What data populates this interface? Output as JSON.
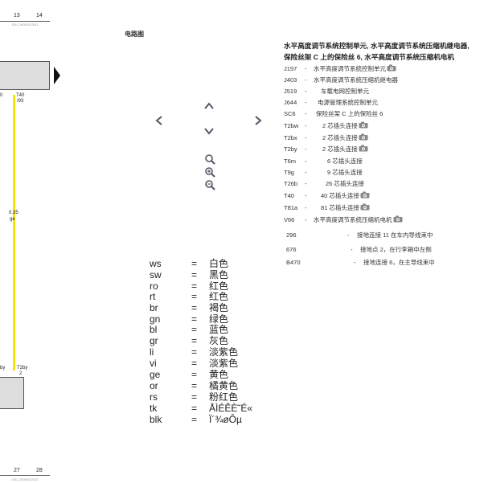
{
  "diagram": {
    "top_numbers": [
      "13",
      "14"
    ],
    "bottom_numbers": [
      "27",
      "28"
    ],
    "top_ref": "1911-26062023111",
    "bottom_ref": "1911-26062023111",
    "top_pin_left": "0",
    "top_pin_label": "T40",
    "top_pin_number": "/93",
    "wire_size": "0.35",
    "wire_color": "ge",
    "bottom_pin_left": "by",
    "bottom_pin_label": "T2by",
    "bottom_pin_number": "2",
    "wire_hex": "#f0e800"
  },
  "section_label": "电路图",
  "nav": {
    "left_icon": "chevron-left-icon",
    "up_icon": "chevron-up-icon",
    "down_icon": "chevron-down-icon",
    "right_icon": "chevron-right-icon",
    "zoom_fit_icon": "magnifier-icon",
    "zoom_in_icon": "zoom-in-icon",
    "zoom_out_icon": "zoom-out-icon"
  },
  "color_legend": [
    {
      "code": "ws",
      "eq": "=",
      "name": "白色"
    },
    {
      "code": "sw",
      "eq": "=",
      "name": "黑色"
    },
    {
      "code": "ro",
      "eq": "=",
      "name": "红色"
    },
    {
      "code": "rt",
      "eq": "=",
      "name": "红色"
    },
    {
      "code": "br",
      "eq": "=",
      "name": "褐色"
    },
    {
      "code": "gn",
      "eq": "=",
      "name": "绿色"
    },
    {
      "code": "bl",
      "eq": "=",
      "name": "蓝色"
    },
    {
      "code": "gr",
      "eq": "=",
      "name": "灰色"
    },
    {
      "code": "li",
      "eq": "=",
      "name": "淡紫色"
    },
    {
      "code": "vi",
      "eq": "=",
      "name": "淡紫色"
    },
    {
      "code": "ge",
      "eq": "=",
      "name": "黄色"
    },
    {
      "code": "or",
      "eq": "=",
      "name": "橘黄色"
    },
    {
      "code": "rs",
      "eq": "=",
      "name": "粉红色"
    },
    {
      "code": "tk",
      "eq": "=",
      "name": "ÅÌÉÊÈ˜É«"
    },
    {
      "code": "blk",
      "eq": "=",
      "name": "Ï´¾øÔµ"
    }
  ],
  "components": {
    "title_line1": "水平高度调节系统控制单元, 水平高度调节系统压缩机继电器,",
    "title_line2": "保险丝架 C 上的保险丝 6, 水平高度调节系统压缩机电机",
    "items": [
      {
        "code": "J197",
        "dash": "-",
        "desc": "水平高度调节系统控制单元",
        "camera": true
      },
      {
        "code": "J403",
        "dash": "-",
        "desc": "水平高度调节系统压缩机继电器",
        "camera": false
      },
      {
        "code": "J519",
        "dash": "-",
        "desc": "车载电网控制单元",
        "camera": false
      },
      {
        "code": "J644",
        "dash": "-",
        "desc": "电源管理系统控制单元",
        "camera": false
      },
      {
        "code": "SC6",
        "dash": "-",
        "desc": "保险丝架 C 上的保险丝 6",
        "camera": false
      },
      {
        "code": "T2bw",
        "dash": "-",
        "desc": "2 芯插头连接",
        "camera": true
      },
      {
        "code": "T2bx",
        "dash": "-",
        "desc": "2 芯插头连接",
        "camera": true
      },
      {
        "code": "T2by",
        "dash": "-",
        "desc": "2 芯插头连接",
        "camera": true
      },
      {
        "code": "T6m",
        "dash": "-",
        "desc": "6 芯插头连接",
        "camera": false
      },
      {
        "code": "T9g",
        "dash": "-",
        "desc": "9 芯插头连接",
        "camera": false
      },
      {
        "code": "T26b",
        "dash": "-",
        "desc": "26 芯插头连接",
        "camera": false
      },
      {
        "code": "T40",
        "dash": "-",
        "desc": "40 芯插头连接",
        "camera": true
      },
      {
        "code": "T81a",
        "dash": "-",
        "desc": "81 芯插头连接",
        "camera": true
      },
      {
        "code": "V66",
        "dash": "-",
        "desc": "水平高度调节系统压缩机电机",
        "camera": true
      }
    ],
    "grounds": [
      {
        "code": "296",
        "dash": "-",
        "desc": "接地连接 11 在车内导线束中"
      },
      {
        "code": "676",
        "dash": "-",
        "desc": "接地点 2，在行李箱中左侧"
      },
      {
        "code": "B470",
        "dash": "-",
        "desc": "接地连接 6，在主导线束中"
      }
    ],
    "camera_icon": "camera-icon"
  }
}
